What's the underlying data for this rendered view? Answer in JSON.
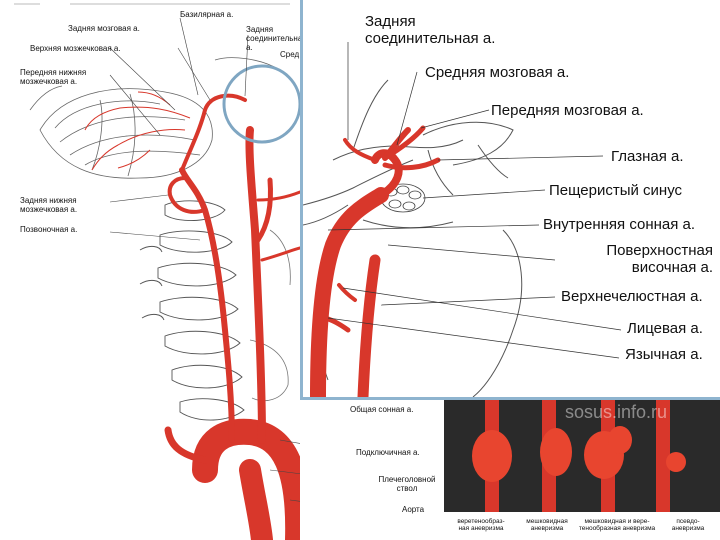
{
  "main_labels": {
    "basilar": "Базилярная а.",
    "posterior_communicating": "Задняя\nсоединительная\nа.",
    "middle_cut": "Сред",
    "posterior_cerebral": "Задняя мозговая а.",
    "superior_cerebellar": "Верхняя мозжечковая а.",
    "anterior_inferior_cerebellar": "Передняя нижняя\nмозжечковая а.",
    "posterior_inferior_cerebellar": "Задняя нижняя\nмозжечковая а.",
    "vertebral": "Позвоночная а.",
    "common_carotid": "Общая сонная а.",
    "subclavian": "Подключичная а.",
    "brachiocephalic": "Плечеголовной\nствол",
    "aorta": "Аорта"
  },
  "inset_labels": {
    "posterior_communicating": "Задняя\nсоединительная а.",
    "middle_cerebral": "Средняя мозговая а.",
    "anterior_cerebral": "Передняя мозговая а.",
    "ophthalmic": "Глазная а.",
    "cavernous_sinus": "Пещеристый синус",
    "internal_carotid": "Внутренняя сонная а.",
    "superficial_temporal": "Поверхностная\nвисочная а.",
    "maxillary": "Верхнечелюстная а.",
    "facial": "Лицевая а.",
    "lingual": "Язычная а."
  },
  "aneurysm_captions": [
    "веретенообраз-\nная аневризма",
    "мешковидная\nаневризма",
    "мешковидная и вере-\nтенообразная аневризма",
    "псевдо-\nаневризма"
  ],
  "watermark": "sosus.info.ru",
  "colors": {
    "artery": "#d8372b",
    "artery_dark": "#a52219",
    "highlight_circle": "#7fa6c2",
    "inset_border": "#8eb4cf",
    "photo_bg": "#1c1c1c"
  }
}
